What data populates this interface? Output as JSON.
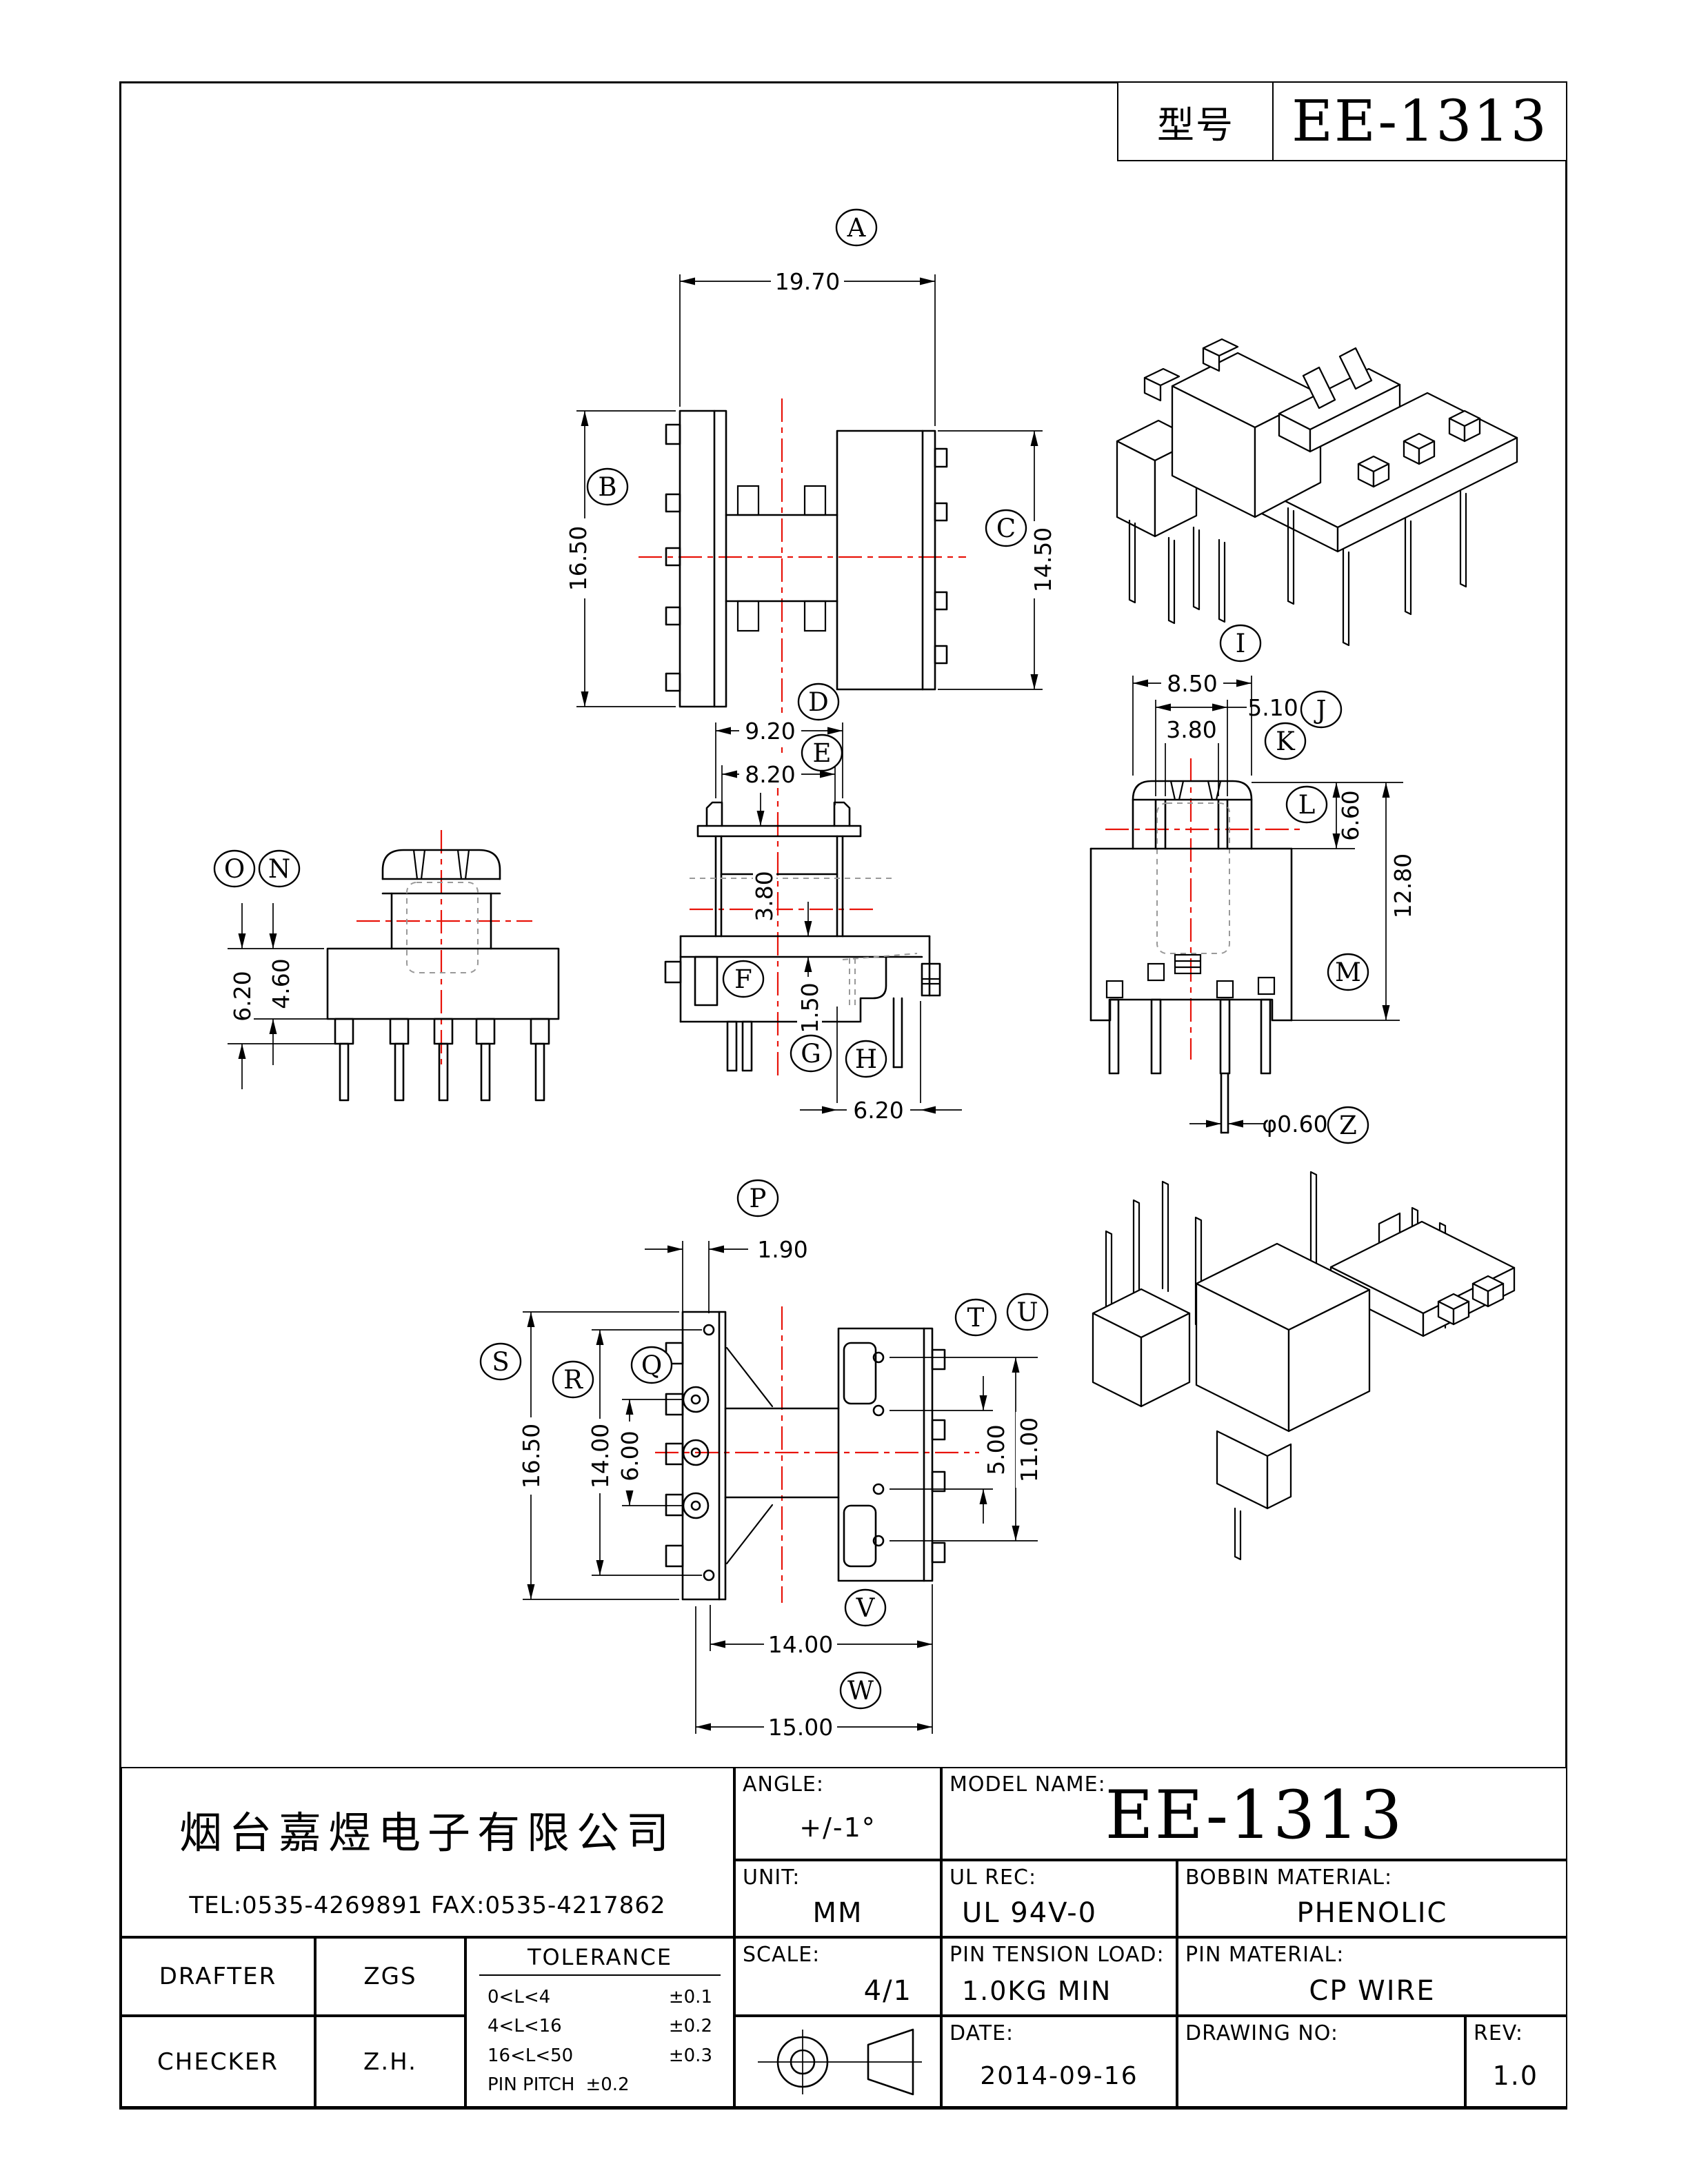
{
  "header": {
    "model_label": "型号",
    "model_value": "EE-1313"
  },
  "balloons": {
    "a": "A",
    "b": "B",
    "c": "C",
    "d": "D",
    "e": "E",
    "f": "F",
    "g": "G",
    "h": "H",
    "i": "I",
    "j": "J",
    "k": "K",
    "l": "L",
    "m": "M",
    "n": "N",
    "o": "O",
    "p": "P",
    "q": "Q",
    "r": "R",
    "s": "S",
    "t": "T",
    "u": "U",
    "v": "V",
    "w": "W",
    "z": "Z"
  },
  "dims": {
    "top_width": "19.70",
    "top_height_left": "16.50",
    "top_height_right": "14.50",
    "front_outer": "9.20",
    "front_inner": "8.20",
    "front_web": "3.80",
    "front_plate": "1.50",
    "front_span": "6.20",
    "side_outer": "8.50",
    "side_mid": "5.10",
    "side_inner": "3.80",
    "side_upper": "6.60",
    "side_total": "12.80",
    "pin_dia": "φ0.60",
    "left_deep": "6.20",
    "left_shallow": "4.60",
    "bottom_plate": "1.90",
    "bottom_height": "16.50",
    "bottom_row": "14.00",
    "bottom_pitch": "6.00",
    "bottom_right_inner": "5.00",
    "bottom_right_outer": "11.00",
    "bottom_span": "14.00",
    "bottom_total": "15.00"
  },
  "titleblock": {
    "company": "烟台嘉煜电子有限公司",
    "tel_fax": "TEL:0535-4269891  FAX:0535-4217862",
    "angle_label": "ANGLE:",
    "angle_value": "+/-1°",
    "model_name_label": "MODEL NAME:",
    "model_name_value": "EE-1313",
    "unit_label": "UNIT:",
    "unit_value": "MM",
    "ul_rec_label": "UL REC:",
    "ul_rec_value": "UL 94V-0",
    "bobbin_material_label": "BOBBIN MATERIAL:",
    "bobbin_material_value": "PHENOLIC",
    "drafter_label": "DRAFTER",
    "drafter_value": "ZGS",
    "checker_label": "CHECKER",
    "checker_value": "Z.H.",
    "tolerance_title": "TOLERANCE",
    "tolerance_rows": [
      {
        "range": "0<L<4",
        "tol": "±0.1"
      },
      {
        "range": "4<L<16",
        "tol": "±0.2"
      },
      {
        "range": "16<L<50",
        "tol": "±0.3"
      }
    ],
    "pin_pitch_label": "PIN PITCH",
    "pin_pitch_value": "±0.2",
    "scale_label": "SCALE:",
    "scale_value": "4/1",
    "pin_tension_label": "PIN TENSION LOAD:",
    "pin_tension_value": "1.0KG MIN",
    "pin_material_label": "PIN MATERIAL:",
    "pin_material_value": "CP WIRE",
    "date_label": "DATE:",
    "date_value": "2014-09-16",
    "drawing_no_label": "DRAWING NO:",
    "drawing_no_value": "",
    "rev_label": "REV:",
    "rev_value": "1.0"
  },
  "colors": {
    "line": "#000000",
    "centerline_red": "#e81309",
    "hidden_gray": "#999999"
  }
}
